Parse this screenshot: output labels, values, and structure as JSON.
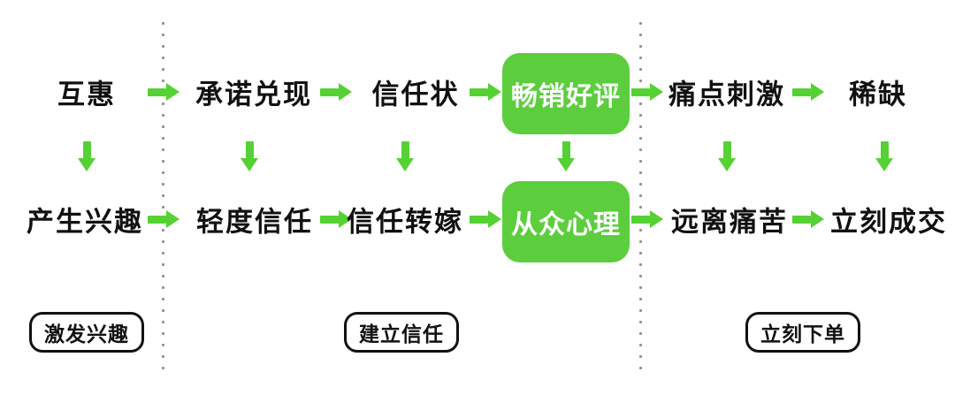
{
  "colors": {
    "arrow_green": "#55D133",
    "box_green": "#5CCE3E",
    "box_text": "#FFFFFF",
    "text": "#111111",
    "dot_gray": "#909090"
  },
  "columns": [
    {
      "top": "互惠",
      "bottom": "产生兴趣",
      "highlighted": false
    },
    {
      "top": "承诺兑现",
      "bottom": "轻度信任",
      "highlighted": false
    },
    {
      "top": "信任状",
      "bottom": "信任转嫁",
      "highlighted": false
    },
    {
      "top": "畅销好评",
      "bottom": "从众心理",
      "highlighted": true
    },
    {
      "top": "痛点刺激",
      "bottom": "远离痛苦",
      "highlighted": false
    },
    {
      "top": "稀缺",
      "bottom": "立刻成交",
      "highlighted": false
    }
  ],
  "stage_labels": [
    {
      "label": "激发兴趣"
    },
    {
      "label": "建立信任"
    },
    {
      "label": "立刻下单"
    }
  ]
}
